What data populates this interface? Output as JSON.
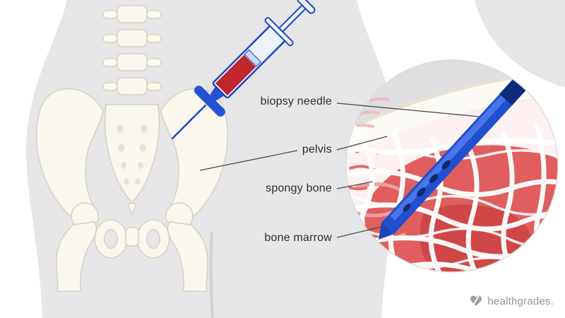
{
  "diagram": {
    "labels": {
      "biopsy_needle": "biopsy needle",
      "pelvis": "pelvis",
      "spongy_bone": "spongy bone",
      "bone_marrow": "bone marrow"
    }
  },
  "branding": {
    "logo_text": "healthgrades.",
    "logo_icon": "heart-icon"
  },
  "colors": {
    "needle_blue": "#2050cf",
    "needle_dark_blue": "#0d2a7c",
    "blood_red": "#c0272d",
    "marrow_red": "#e05e5e",
    "marrow_dark_red": "#cc4343",
    "bone_cream": "#faf7ef",
    "bone_edge": "#d8d1bc",
    "silhouette_gray": "#e6e6e8",
    "label_text": "#2d2d2d",
    "logo_gray": "#8f969e"
  }
}
